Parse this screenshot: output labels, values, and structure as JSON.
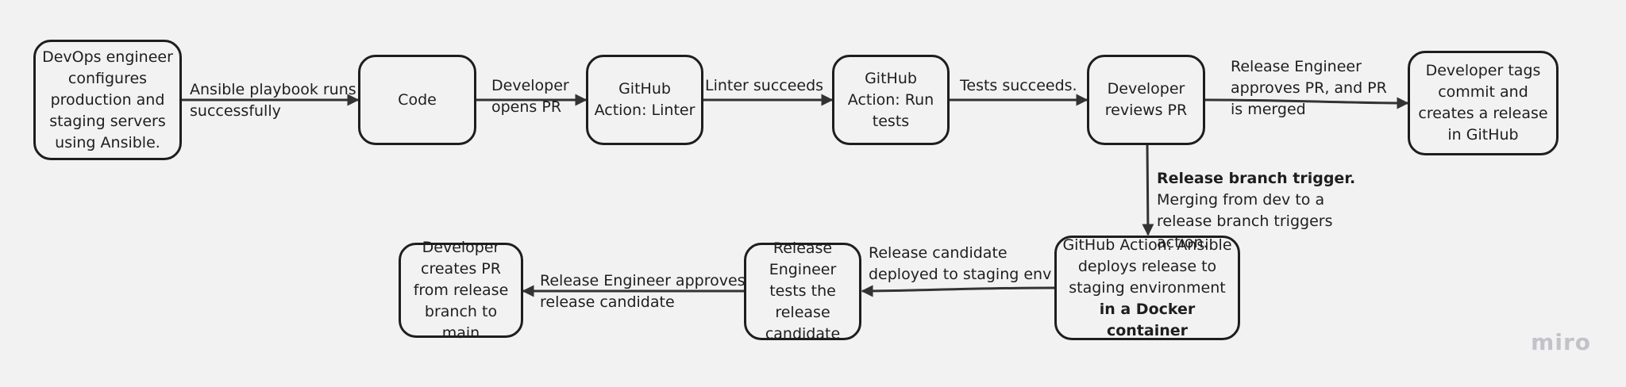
{
  "nodes": {
    "devops": "DevOps engineer configures production and staging servers using Ansible.",
    "code": "Code",
    "linter": "GitHub Action: Linter",
    "run_tests": "GitHub Action: Run tests",
    "reviews": "Developer reviews PR",
    "tags": "Developer tags commit and creates a release in GitHub",
    "ansible_deploy_plain": "GitHub Action: Ansible deploys release to staging environment ",
    "ansible_deploy_bold": "in a Docker container",
    "tests_candidate": "Release Engineer tests the release candidate",
    "create_pr": "Developer creates PR from release branch to main"
  },
  "edges": {
    "playbook": "Ansible playbook runs\nsuccessfully",
    "opens_pr": "Developer\nopens PR",
    "linter_ok": "Linter succeeds",
    "tests_ok": "Tests succeeds.",
    "approves_merge": "Release Engineer\napproves PR, and PR\nis merged",
    "trigger_bold": "Release branch trigger.",
    "trigger_text": "Merging from dev to a\nrelease branch triggers\naction.",
    "deployed_staging": "Release candidate\ndeployed to staging env",
    "approves_candidate": "Release Engineer approves\nrelease candidate"
  },
  "logo": "miro",
  "colors": {
    "stroke": "#1e1e1e",
    "background": "#f2f2f2",
    "logo": "#c2c2c8"
  }
}
